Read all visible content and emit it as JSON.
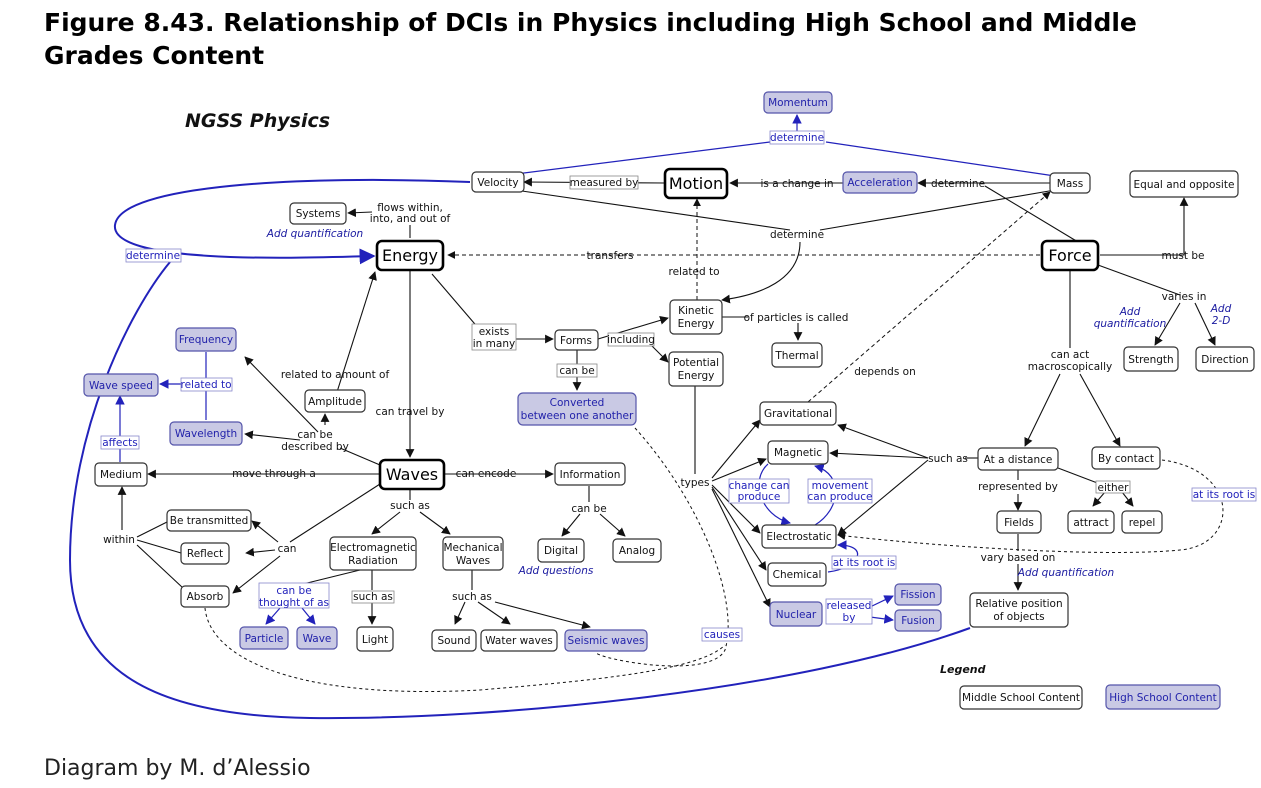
{
  "figure_title": "Figure 8.43. Relationship of DCIs in Physics including High School and Middle Grades Content",
  "map_title": "NGSS Physics",
  "credit": "Diagram by M. d’Alessio",
  "legend": {
    "title": "Legend",
    "middle_school": "Middle School Content",
    "high_school": "High School Content"
  },
  "nodes": {
    "momentum": "Momentum",
    "velocity": "Velocity",
    "motion": "Motion",
    "acceleration": "Acceleration",
    "mass": "Mass",
    "equal_opposite": "Equal and opposite",
    "systems": "Systems",
    "energy": "Energy",
    "force": "Force",
    "kinetic": [
      "Kinetic",
      "Energy"
    ],
    "potential": [
      "Potential",
      "Energy"
    ],
    "thermal": "Thermal",
    "forms": "Forms",
    "converted": [
      "Converted",
      "between one another"
    ],
    "strength": "Strength",
    "direction": "Direction",
    "frequency": "Frequency",
    "wave_speed": "Wave speed",
    "wavelength": "Wavelength",
    "amplitude": "Amplitude",
    "medium": "Medium",
    "waves": "Waves",
    "information": "Information",
    "digital": "Digital",
    "analog": "Analog",
    "gravitational": "Gravitational",
    "magnetic": "Magnetic",
    "electrostatic": "Electrostatic",
    "chemical": "Chemical",
    "nuclear": "Nuclear",
    "fission": "Fission",
    "fusion": "Fusion",
    "at_distance": "At a distance",
    "by_contact": "By contact",
    "fields": "Fields",
    "attract": "attract",
    "repel": "repel",
    "relative_position": [
      "Relative position",
      "of objects"
    ],
    "be_transmitted": "Be transmitted",
    "reflect": "Reflect",
    "absorb": "Absorb",
    "em_radiation": [
      "Electromagnetic",
      "Radiation"
    ],
    "mechanical_waves": [
      "Mechanical",
      "Waves"
    ],
    "particle": "Particle",
    "wave": "Wave",
    "light": "Light",
    "sound": "Sound",
    "water_waves": "Water waves",
    "seismic_waves": "Seismic waves"
  },
  "links": {
    "determine_momentum": "determine",
    "measured_by": "measured by",
    "is_change_in": "is a change in",
    "determine_accel": "determine",
    "determine_center": "determine",
    "determine_left": "determine",
    "flows_within": [
      "flows within,",
      "into, and out of"
    ],
    "transfers": "transfers",
    "related_to_motion": "related to",
    "must_be": "must be",
    "exists_in_many": [
      "exists",
      "in many"
    ],
    "including": "including",
    "of_particles": "of particles is called",
    "can_be_forms": "can be",
    "varies_in": "varies in",
    "can_act": [
      "can act",
      "macroscopically"
    ],
    "depends_on": "depends on",
    "related_to_freq": "related to",
    "affects": "affects",
    "related_to_amount": "related to amount of",
    "can_travel_by": "can travel by",
    "can_be_described": [
      "can be",
      "described by"
    ],
    "move_through": "move through a",
    "can_encode": "can encode",
    "can_be_info": "can be",
    "types": "types",
    "such_as_force": "such as",
    "change_can_produce": [
      "change can",
      "produce"
    ],
    "movement_can_produce": [
      "movement",
      "can produce"
    ],
    "at_its_root_is_1": "at its root is",
    "at_its_root_is_2": "at its root is",
    "represented_by": "represented by",
    "either": "either",
    "vary_based_on": "vary based on",
    "released_by": [
      "released",
      "by"
    ],
    "within": "within",
    "can": "can",
    "such_as_waves": "such as",
    "can_be_thought": [
      "can be",
      "thought of as"
    ],
    "such_as_em": "such as",
    "such_as_mech": "such as",
    "causes": "causes"
  },
  "notes": {
    "add_quant_systems": "Add quantification",
    "add_quant_force": [
      "Add",
      "quantification"
    ],
    "add_2d": [
      "Add",
      "2-D"
    ],
    "add_questions": "Add questions",
    "add_quant_fields": "Add quantification"
  }
}
